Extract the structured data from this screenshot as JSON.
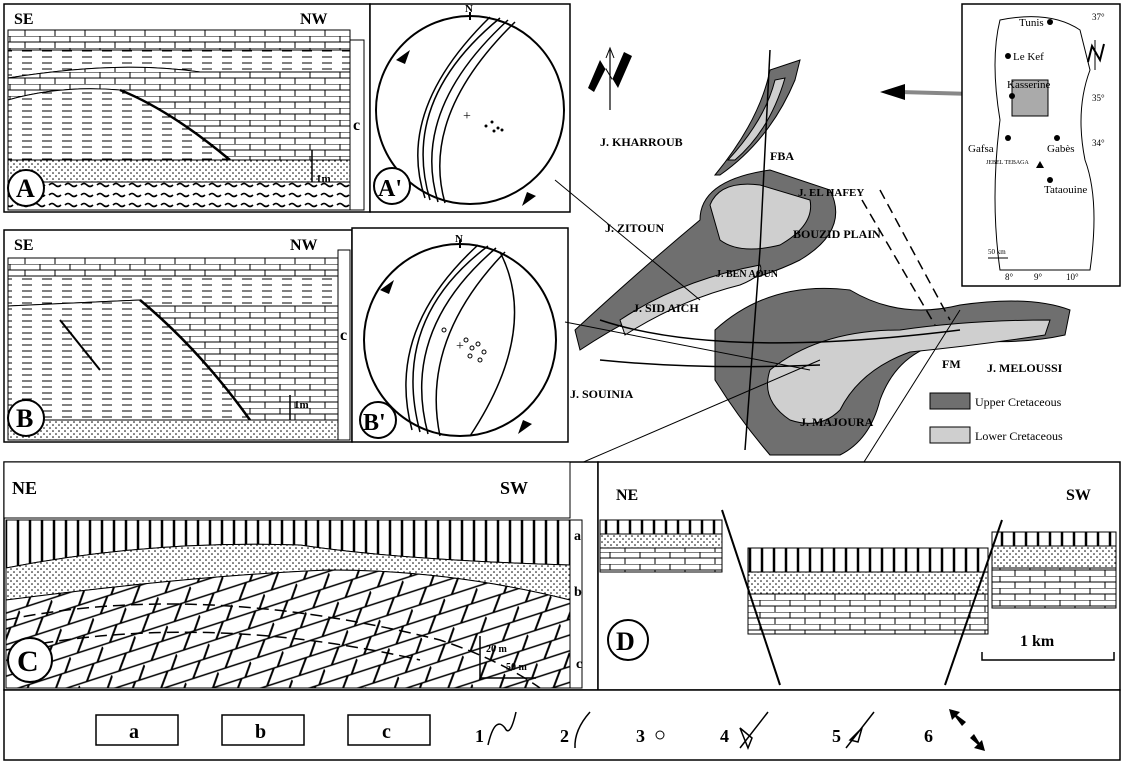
{
  "panel_a": {
    "letter": "A",
    "left": "SE",
    "right": "NW",
    "scale": "1m",
    "side": "c"
  },
  "panel_a_prime": {
    "letter": "A'",
    "north": "N"
  },
  "panel_b": {
    "letter": "B",
    "left": "SE",
    "right": "NW",
    "scale": "1m",
    "side": "c"
  },
  "panel_b_prime": {
    "letter": "B'",
    "north": "N"
  },
  "map": {
    "labels": {
      "kharroub": "J. KHARROUB",
      "fba": "FBA",
      "el_hafey": "J. EL HAFEY",
      "zitoun": "J. ZITOUN",
      "bouzid": "BOUZID PLAIN",
      "ben_aoun": "J. BEN AOUN",
      "sid_aich": "J. SID AICH",
      "fm": "FM",
      "meloussi": "J. MELOUSSI",
      "souinia": "J. SOUINIA",
      "majoura": "J. MAJOURA"
    },
    "legend": {
      "upper": "Upper Cretaceous",
      "lower": "Lower Cretaceous"
    },
    "colors": {
      "upper": "#6f6f6f",
      "lower": "#cfcfcf"
    }
  },
  "inset": {
    "towns": [
      "Tunis",
      "Le Kef",
      "Kasserine",
      "Gafsa",
      "Gabès",
      "Tataouine"
    ],
    "mountain": "JEBEL TEBAGA",
    "scale": "50 km",
    "lat": [
      "37°",
      "35°",
      "34°"
    ],
    "lon": [
      "8°",
      "9°",
      "10°"
    ]
  },
  "panel_c": {
    "letter": "C",
    "left": "SW",
    "right": "NE",
    "units": [
      "a",
      "b",
      "c"
    ],
    "scale_v": "20 m",
    "scale_h": "50 m"
  },
  "panel_d": {
    "letter": "D",
    "left": "NE",
    "right": "SW",
    "scale": "1 km"
  },
  "legend": {
    "boxes": [
      "a",
      "b",
      "c"
    ],
    "numbers": [
      "1",
      "2",
      "3",
      "4",
      "5",
      "6"
    ]
  }
}
